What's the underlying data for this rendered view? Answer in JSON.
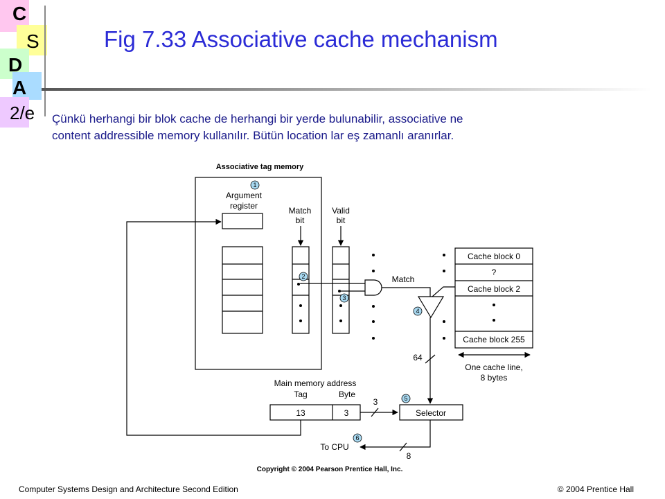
{
  "logo": {
    "letters": [
      "C",
      "S",
      "D",
      "A",
      "2/e"
    ]
  },
  "slide": {
    "title": "Fig 7.33  Associative cache mechanism",
    "body_lines": [
      "Çünkü herhangi bir blok cache de herhangi bir yerde bulunabilir, associative ne",
      "content addressible memory kullanılır. Bütün location lar  eş zamanlı aranırlar."
    ]
  },
  "diagram": {
    "heading": "Associative tag memory",
    "argument_register": [
      "Argument",
      "register"
    ],
    "match_bit": [
      "Match",
      "bit"
    ],
    "valid_bit": [
      "Valid",
      "bit"
    ],
    "match_label": "Match",
    "cache_blocks": [
      "Cache block 0",
      "?",
      "Cache block 2",
      "Cache block 255"
    ],
    "cache_line_note": [
      "One cache line,",
      "8 bytes"
    ],
    "bus_64": "64",
    "bus_3": "3",
    "bus_8": "8",
    "address_title": "Main memory address",
    "tag_label": "Tag",
    "byte_label": "Byte",
    "tag_value": "13",
    "byte_value": "3",
    "selector": "Selector",
    "to_cpu": "To CPU",
    "steps": [
      "1",
      "2",
      "3",
      "4",
      "5",
      "6"
    ],
    "copyright": "Copyright © 2004 Pearson Prentice Hall, Inc."
  },
  "footer": {
    "left": "Computer Systems Design and Architecture Second Edition",
    "right": "© 2004 Prentice Hall"
  },
  "colors": {
    "title": "#2b2bd6",
    "body_text": "#1a1a8a",
    "step_circle": "#a8d8f0"
  }
}
